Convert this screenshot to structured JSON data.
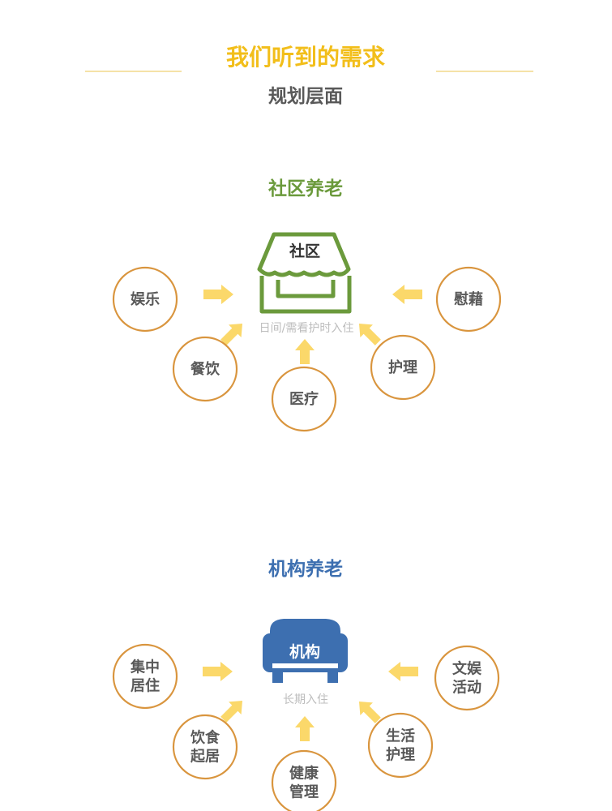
{
  "header": {
    "title": "我们听到的需求",
    "subtitle": "规划层面"
  },
  "community": {
    "heading": "社区养老",
    "icon_label": "社区",
    "icon_caption": "日间/需看护时入住",
    "circles": [
      {
        "id": "yule",
        "lines": [
          "娱乐"
        ]
      },
      {
        "id": "canyin",
        "lines": [
          "餐饮"
        ]
      },
      {
        "id": "yiliao",
        "lines": [
          "医疗"
        ]
      },
      {
        "id": "huli",
        "lines": [
          "护理"
        ]
      },
      {
        "id": "weiji",
        "lines": [
          "慰藉"
        ]
      }
    ]
  },
  "institution": {
    "heading": "机构养老",
    "icon_label": "机构",
    "icon_caption": "长期入住",
    "circles": [
      {
        "id": "jizhong",
        "lines": [
          "集中",
          "居住"
        ]
      },
      {
        "id": "yinshi",
        "lines": [
          "饮食",
          "起居"
        ]
      },
      {
        "id": "jiankang",
        "lines": [
          "健康",
          "管理"
        ]
      },
      {
        "id": "shenghuo",
        "lines": [
          "生活",
          "护理"
        ]
      },
      {
        "id": "wenyu",
        "lines": [
          "文娱",
          "活动"
        ]
      }
    ]
  },
  "colors": {
    "title": "#F2BE1A",
    "subtitle": "#595959",
    "community": "#6B9A3C",
    "institution": "#3D6FB0",
    "circle_border": "#D9953E",
    "circle_text": "#595959",
    "arrow": "#FBD86A",
    "caption": "#BDBDBD",
    "rule": "#F2D98C"
  }
}
